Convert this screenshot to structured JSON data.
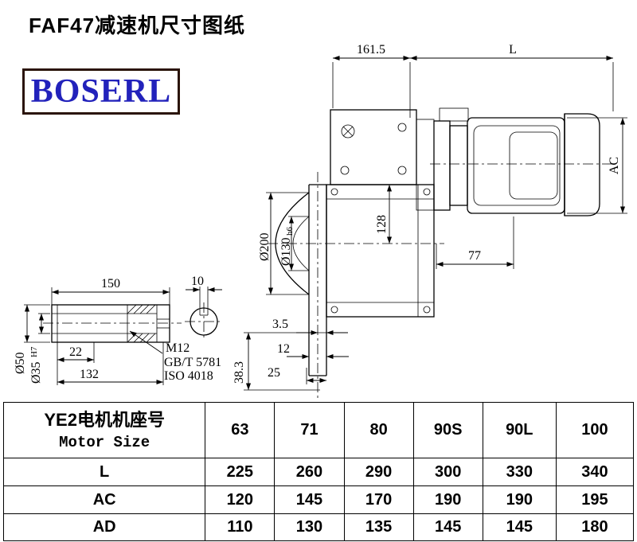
{
  "page": {
    "title": "FAF47减速机尺寸图纸",
    "logo_text": "BOSERL",
    "colors": {
      "logo_text": "#2222bb",
      "logo_border": "#2a1408",
      "line": "#000000"
    }
  },
  "drawing": {
    "dims": {
      "len_161_5": "161.5",
      "len_L": "L",
      "ac": "AC",
      "flange_od": "Ø200",
      "spigot_d": "Ø130",
      "spigot_tol": "h6",
      "height_128": "128",
      "len_77": "77",
      "off_3_5": "3.5",
      "off_12": "12",
      "off_25": "25",
      "off_38_3": "38.3",
      "shaft_len_150": "150",
      "key_w_10": "10",
      "shaft_od": "Ø50",
      "bore_d": "Ø35",
      "bore_tol": "H7",
      "len_22": "22",
      "len_132": "132",
      "thread": "M12",
      "std_gb": "GB/T 5781",
      "std_iso": "ISO 4018"
    }
  },
  "table": {
    "header_cn": "YE2电机机座号",
    "header_en": "Motor Size",
    "sizes": [
      "63",
      "71",
      "80",
      "90S",
      "90L",
      "100"
    ],
    "rows": [
      {
        "label": "L",
        "values": [
          "225",
          "260",
          "290",
          "300",
          "330",
          "340"
        ]
      },
      {
        "label": "AC",
        "values": [
          "120",
          "145",
          "170",
          "190",
          "190",
          "195"
        ]
      },
      {
        "label": "AD",
        "values": [
          "110",
          "130",
          "135",
          "145",
          "145",
          "180"
        ]
      }
    ]
  }
}
